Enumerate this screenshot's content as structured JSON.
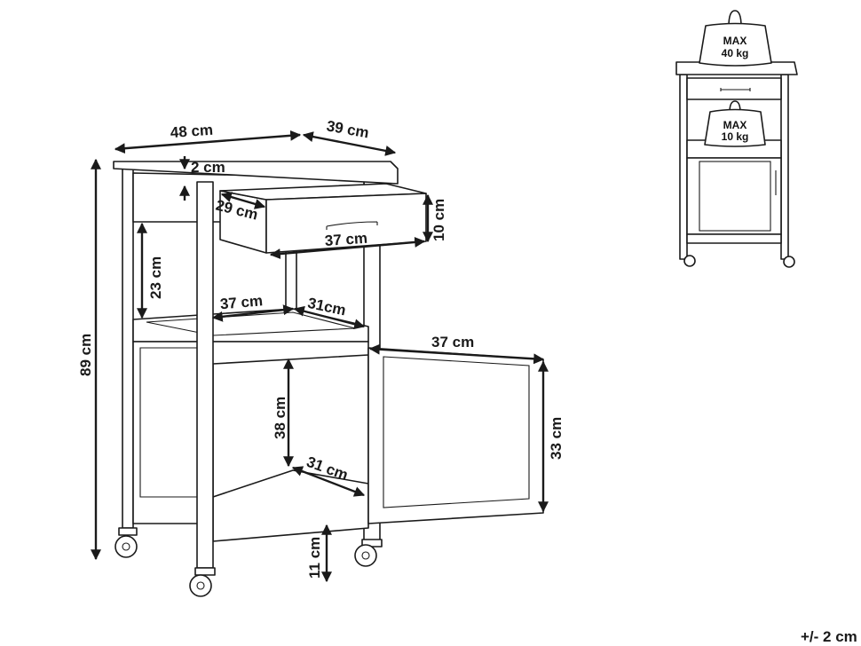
{
  "dimensions": {
    "top_width": "48 cm",
    "top_depth": "39 cm",
    "top_thickness": "2 cm",
    "drawer_depth": "29 cm",
    "drawer_height": "10 cm",
    "drawer_width": "37 cm",
    "drawer_to_shelf": "23 cm",
    "total_height": "89 cm",
    "shelf_width": "37 cm",
    "shelf_depth": "31cm",
    "door_width": "37 cm",
    "cabinet_height": "38 cm",
    "door_height": "33 cm",
    "cabinet_depth": "31 cm",
    "ground_clearance": "11 cm"
  },
  "load": {
    "top_max_label": "MAX",
    "top_max_value": "40 kg",
    "shelf_max_label": "MAX",
    "shelf_max_value": "10 kg"
  },
  "tolerance": "+/- 2 cm"
}
